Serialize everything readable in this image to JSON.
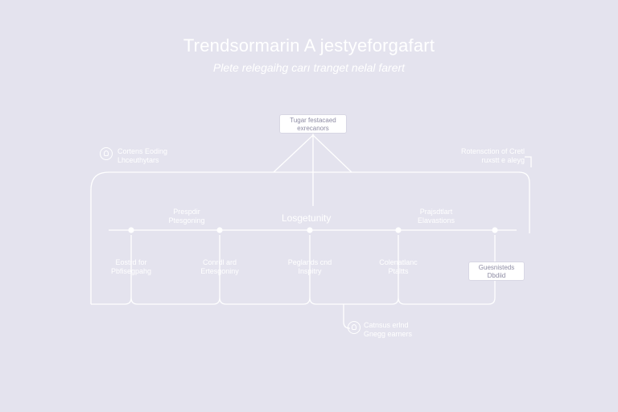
{
  "title": "Trendsormarin A jestyeforgafart",
  "subtitle": "Plete relegaihg carı tranget nelal farert",
  "top_box": [
    "Tugar festacaed",
    "exrecanors"
  ],
  "left_note": [
    "Cortens Eoding",
    "Lhceuthytars"
  ],
  "right_note": [
    "Rotensction of Cretl",
    "ruxstt e aleyg"
  ],
  "center_label": "Losgetunity",
  "upper_left_label": [
    "Prespdir",
    "Ptesgoning"
  ],
  "upper_right_label": [
    "Prajsdtlart",
    "Elavastions"
  ],
  "stages": [
    {
      "label": [
        "Eostrd for",
        "Pbfisegpahg"
      ]
    },
    {
      "label": [
        "Conrdl ard",
        "Ertesgoniny"
      ]
    },
    {
      "label": [
        "Peglands cnd",
        "Inspitry"
      ]
    },
    {
      "label": [
        "Colenatlanc",
        "Ptaltts"
      ]
    },
    {
      "label": [
        "Guesnisteds",
        "Dbdiid"
      ],
      "boxed": true
    }
  ],
  "bottom_note": [
    "Catnsus erlnd",
    "Gnegg earners"
  ],
  "colors": {
    "background": "#e4e3ee",
    "line": "#ffffff",
    "box_text": "#8e8ca4"
  }
}
